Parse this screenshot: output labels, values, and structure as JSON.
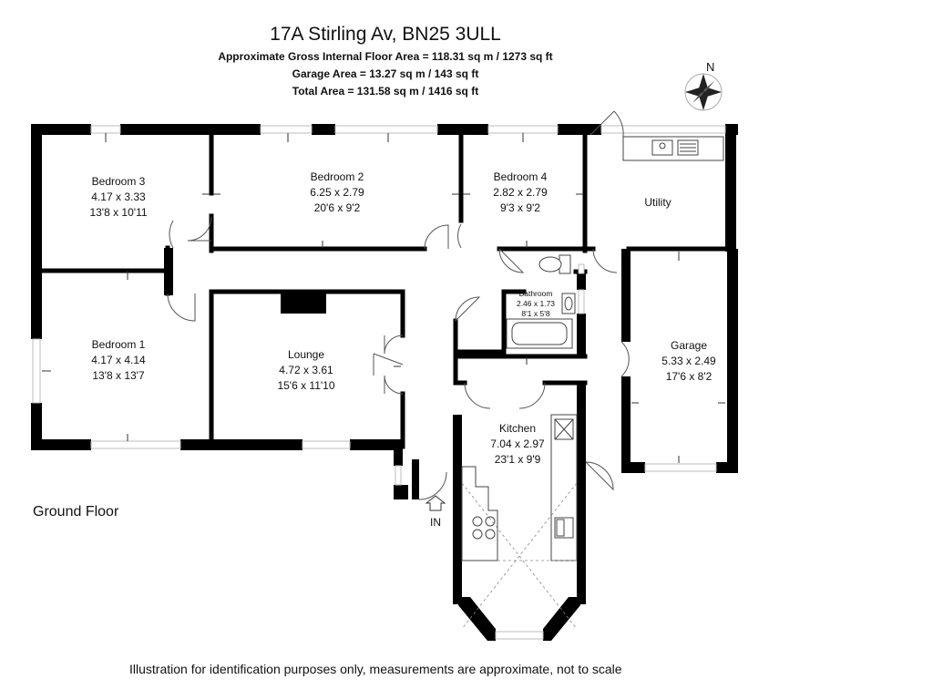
{
  "header": {
    "title": "17A Stirling Av, BN25 3ULL",
    "gross_area": "Approximate Gross Internal Floor Area = 118.31 sq m / 1273 sq ft",
    "garage_area": "Garage Area = 13.27 sq m / 143 sq ft",
    "total_area": "Total Area = 131.58 sq m / 1416 sq ft"
  },
  "compass": {
    "label": "N"
  },
  "rooms": {
    "bedroom3": {
      "name": "Bedroom 3",
      "metric": "4.17 x 3.33",
      "imperial": "13'8 x 10'11"
    },
    "bedroom2": {
      "name": "Bedroom 2",
      "metric": "6.25 x 2.79",
      "imperial": "20'6 x 9'2"
    },
    "bedroom4": {
      "name": "Bedroom 4",
      "metric": "2.82 x 2.79",
      "imperial": "9'3 x 9'2"
    },
    "utility": {
      "name": "Utility"
    },
    "bathroom": {
      "name": "Bathroom",
      "metric": "2.46 x 1.73",
      "imperial": "8'1 x 5'8"
    },
    "bedroom1": {
      "name": "Bedroom 1",
      "metric": "4.17 x 4.14",
      "imperial": "13'8 x 13'7"
    },
    "lounge": {
      "name": "Lounge",
      "metric": "4.72 x 3.61",
      "imperial": "15'6 x 11'10"
    },
    "garage": {
      "name": "Garage",
      "metric": "5.33 x 2.49",
      "imperial": "17'6 x 8'2"
    },
    "kitchen": {
      "name": "Kitchen",
      "metric": "7.04 x 2.97",
      "imperial": "23'1 x 9'9"
    }
  },
  "entrance": {
    "label": "IN"
  },
  "floor_label": "Ground Floor",
  "disclaimer": "Illustration for identification purposes only, measurements are approximate, not to scale",
  "colors": {
    "wall": "#000000",
    "background": "#ffffff",
    "window": "#bdbdbd"
  }
}
